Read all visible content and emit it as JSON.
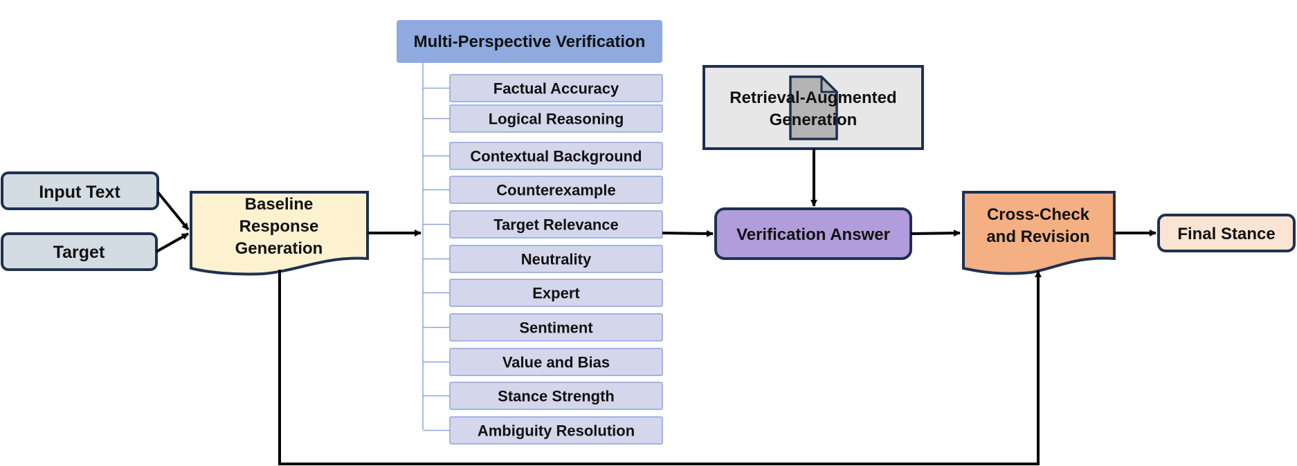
{
  "nodes": {
    "input_text": "Input Text",
    "target": "Target",
    "baseline": [
      "Baseline",
      "Response",
      "Generation"
    ],
    "mpv_header": "Multi-Perspective Verification",
    "rag": [
      "Retrieval-Augmented",
      "Generation"
    ],
    "verification_answer": "Verification Answer",
    "cross_check": [
      "Cross-Check",
      "and Revision"
    ],
    "final_stance": "Final Stance"
  },
  "perspectives": [
    "Factual Accuracy",
    "Logical Reasoning",
    "Contextual Background",
    "Counterexample",
    "Target Relevance",
    "Neutrality",
    "Expert",
    "Sentiment",
    "Value and Bias",
    "Stance Strength",
    "Ambiguity Resolution"
  ],
  "colors": {
    "input_fill": "#d3dce2",
    "baseline_fill": "#fdf2d0",
    "mpv_header_fill": "#8eaadf",
    "perspective_fill": "#d4d7eb",
    "perspective_border": "#8ba4d8",
    "rag_fill": "#e7e7e7",
    "document_icon_fill": "#b4b4b4",
    "verification_fill": "#b19ddb",
    "cross_check_fill": "#f4af82",
    "final_fill": "#fce4d4",
    "outline": "#1f3050",
    "arrow": "#000000"
  },
  "icons": [
    "document-icon"
  ]
}
